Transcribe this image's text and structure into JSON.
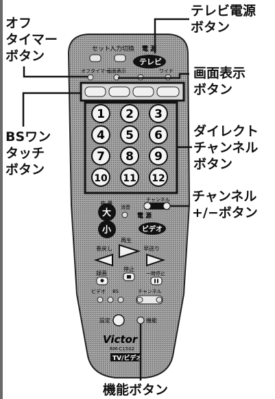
{
  "callouts": {
    "tv_power": "テレビ電源\nボタン",
    "off_timer": "オフ\nタイマー\nボタン",
    "screen_display": "画面表示\nボタン",
    "bs_one_touch": "BSワン\nタッチ\nボタン",
    "direct_channel": "ダイレクト\nチャンネル\nボタン",
    "channel_updown": "チャンネル\n+/−ボタン",
    "function": "機能ボタン"
  },
  "remote": {
    "top_labels": [
      "セット",
      "入力切換",
      "電 源"
    ],
    "tv_button": "テレビ",
    "timer_row": [
      "オフタイマー",
      "画面表示",
      "",
      "ワイド"
    ],
    "numbers": [
      "1",
      "2",
      "3",
      "4",
      "5",
      "6",
      "7",
      "8",
      "9",
      "10",
      "11",
      "12"
    ],
    "volume_label": "音 量",
    "volume_up": "大",
    "volume_down": "小",
    "mute_label": "消音",
    "source_label": "電 源",
    "video_button": "ビデオ",
    "channel_label": "チャンネル",
    "play_label": "再生",
    "rewind_label": "巻戻し",
    "ff_label": "早送り",
    "stop_label": "停止",
    "record_label": "録画",
    "pause_label": "一時停止",
    "bottom_labels": [
      "ビデオ",
      "BS",
      "チャンネル"
    ],
    "setting_label": "設定",
    "function_label": "機能",
    "brand": "Victor",
    "model": "RM-C1502",
    "tv_video": "TV/ビデオ"
  },
  "colors": {
    "remote_body": "#8a8a8a",
    "button_face": "#f2f2f2",
    "text": "#111111"
  }
}
